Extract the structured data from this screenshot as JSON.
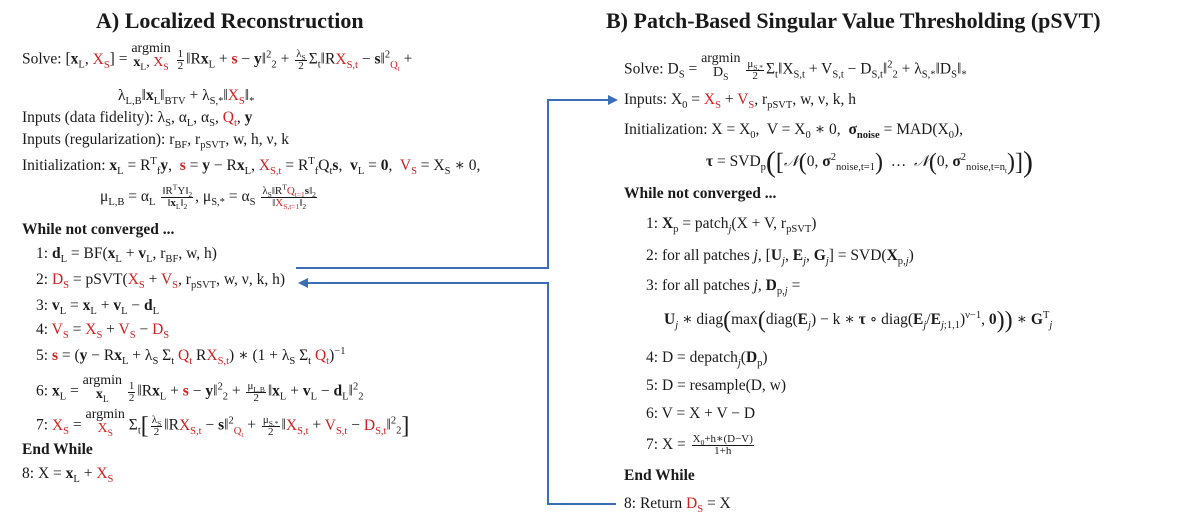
{
  "panel_a": {
    "title": "A)  Localized Reconstruction",
    "solve_label": "Solve:",
    "inputs_data_label": "Inputs (data fidelity):",
    "inputs_reg_label": "Inputs (regularization):",
    "init_label": "Initialization:",
    "while_label": "While not converged ...",
    "end_while_label": "End While",
    "step_numbers": [
      "1:",
      "2:",
      "3:",
      "4:",
      "5:",
      "6:",
      "7:",
      "8:"
    ]
  },
  "panel_b": {
    "title": "B) Patch-Based Singular Value Thresholding (pSVT)",
    "solve_label": "Solve:",
    "inputs_label": "Inputs:",
    "init_label": "Initialization:",
    "while_label": "While not converged ...",
    "end_while_label": "End While",
    "step_numbers": [
      "1:",
      "2:",
      "3:",
      "4:",
      "5:",
      "6:",
      "7:",
      "8:"
    ],
    "step2_text": "for all patches",
    "step3_text": "for all patches",
    "step8_text": "Return"
  },
  "colors": {
    "highlight": "#d21f1f",
    "arrow": "#3a6fb5",
    "text": "#1a1a1a"
  }
}
